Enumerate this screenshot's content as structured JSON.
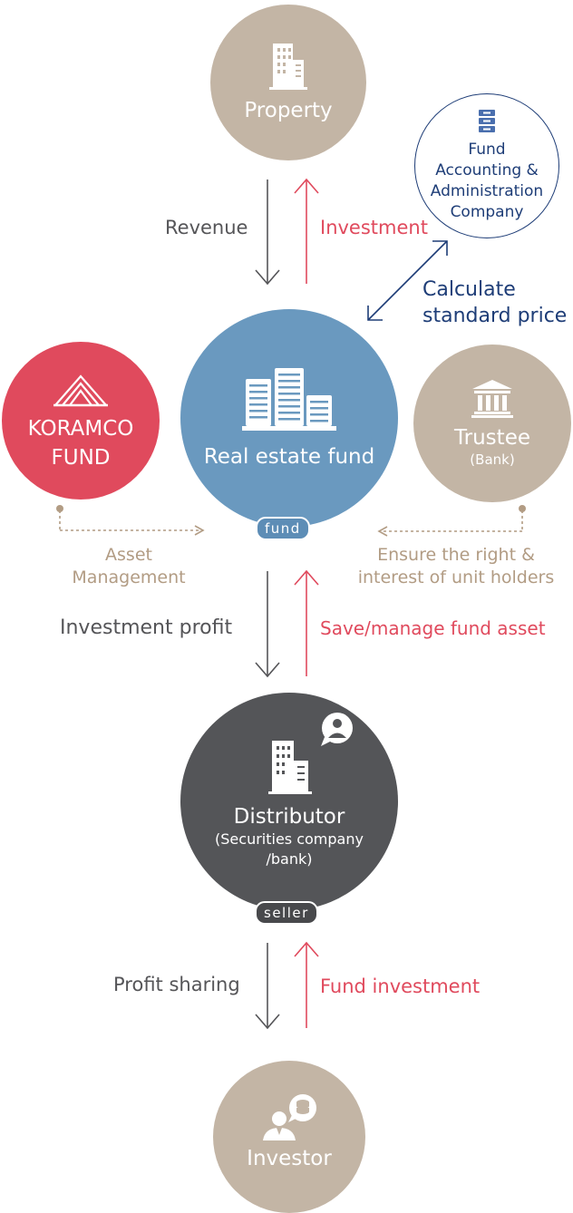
{
  "nodes": {
    "property": {
      "label": "Property",
      "icon": "building-icon"
    },
    "fund_admin": {
      "line1": "Fund",
      "line2": "Accounting &",
      "line3": "Administration",
      "line4": "Company",
      "icon": "server-icon"
    },
    "real_estate": {
      "label": "Real estate fund",
      "badge": "fund",
      "icon": "city-buildings-icon"
    },
    "koramco": {
      "line1": "KORAMCO",
      "line2": "FUND",
      "icon": "koramco-logo-icon"
    },
    "trustee": {
      "label": "Trustee",
      "sublabel": "(Bank)",
      "icon": "bank-icon"
    },
    "distributor": {
      "label": "Distributor",
      "sub1": "(Securities company",
      "sub2": "/bank)",
      "badge": "seller",
      "icon": "office-icon"
    },
    "investor": {
      "label": "Investor",
      "icon": "investor-icon"
    }
  },
  "flows": {
    "revenue": "Revenue",
    "investment": "Investment",
    "calculate1": "Calculate",
    "calculate2": "standard price",
    "asset1": "Asset",
    "asset2": "Management",
    "ensure1": "Ensure the right &",
    "ensure2": "interest of unit holders",
    "investment_profit": "Investment profit",
    "save_manage": "Save/manage fund asset",
    "profit_sharing": "Profit sharing",
    "fund_investment": "Fund investment"
  },
  "colors": {
    "tan": "#c3b5a5",
    "blue": "#6a99bf",
    "red": "#e04a5d",
    "dark": "#545558",
    "navy": "#1e3d77",
    "beige": "#b29c84",
    "gray": "#555558"
  }
}
